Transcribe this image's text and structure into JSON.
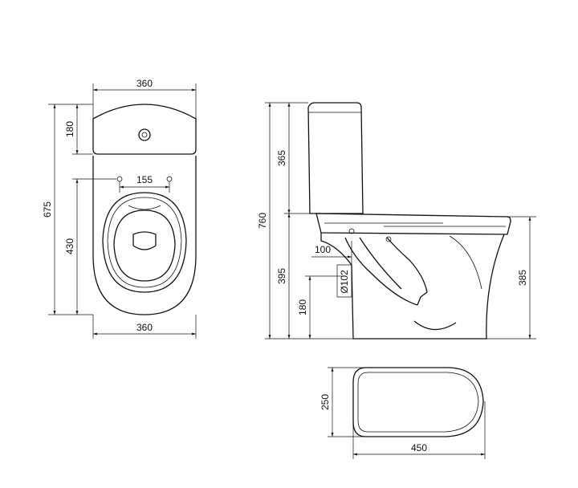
{
  "dimensions": {
    "top_width": "360",
    "tank_depth": "180",
    "total_length": "675",
    "seat_length": "430",
    "hole_spacing": "155",
    "bottom_width": "360",
    "total_height": "760",
    "tank_height": "365",
    "bowl_height_left": "395",
    "outlet_height": "180",
    "outlet_offset": "100",
    "outlet_diameter": "Ø102",
    "bowl_height_right": "385",
    "seat_inner_depth": "250",
    "seat_inner_width": "450"
  }
}
